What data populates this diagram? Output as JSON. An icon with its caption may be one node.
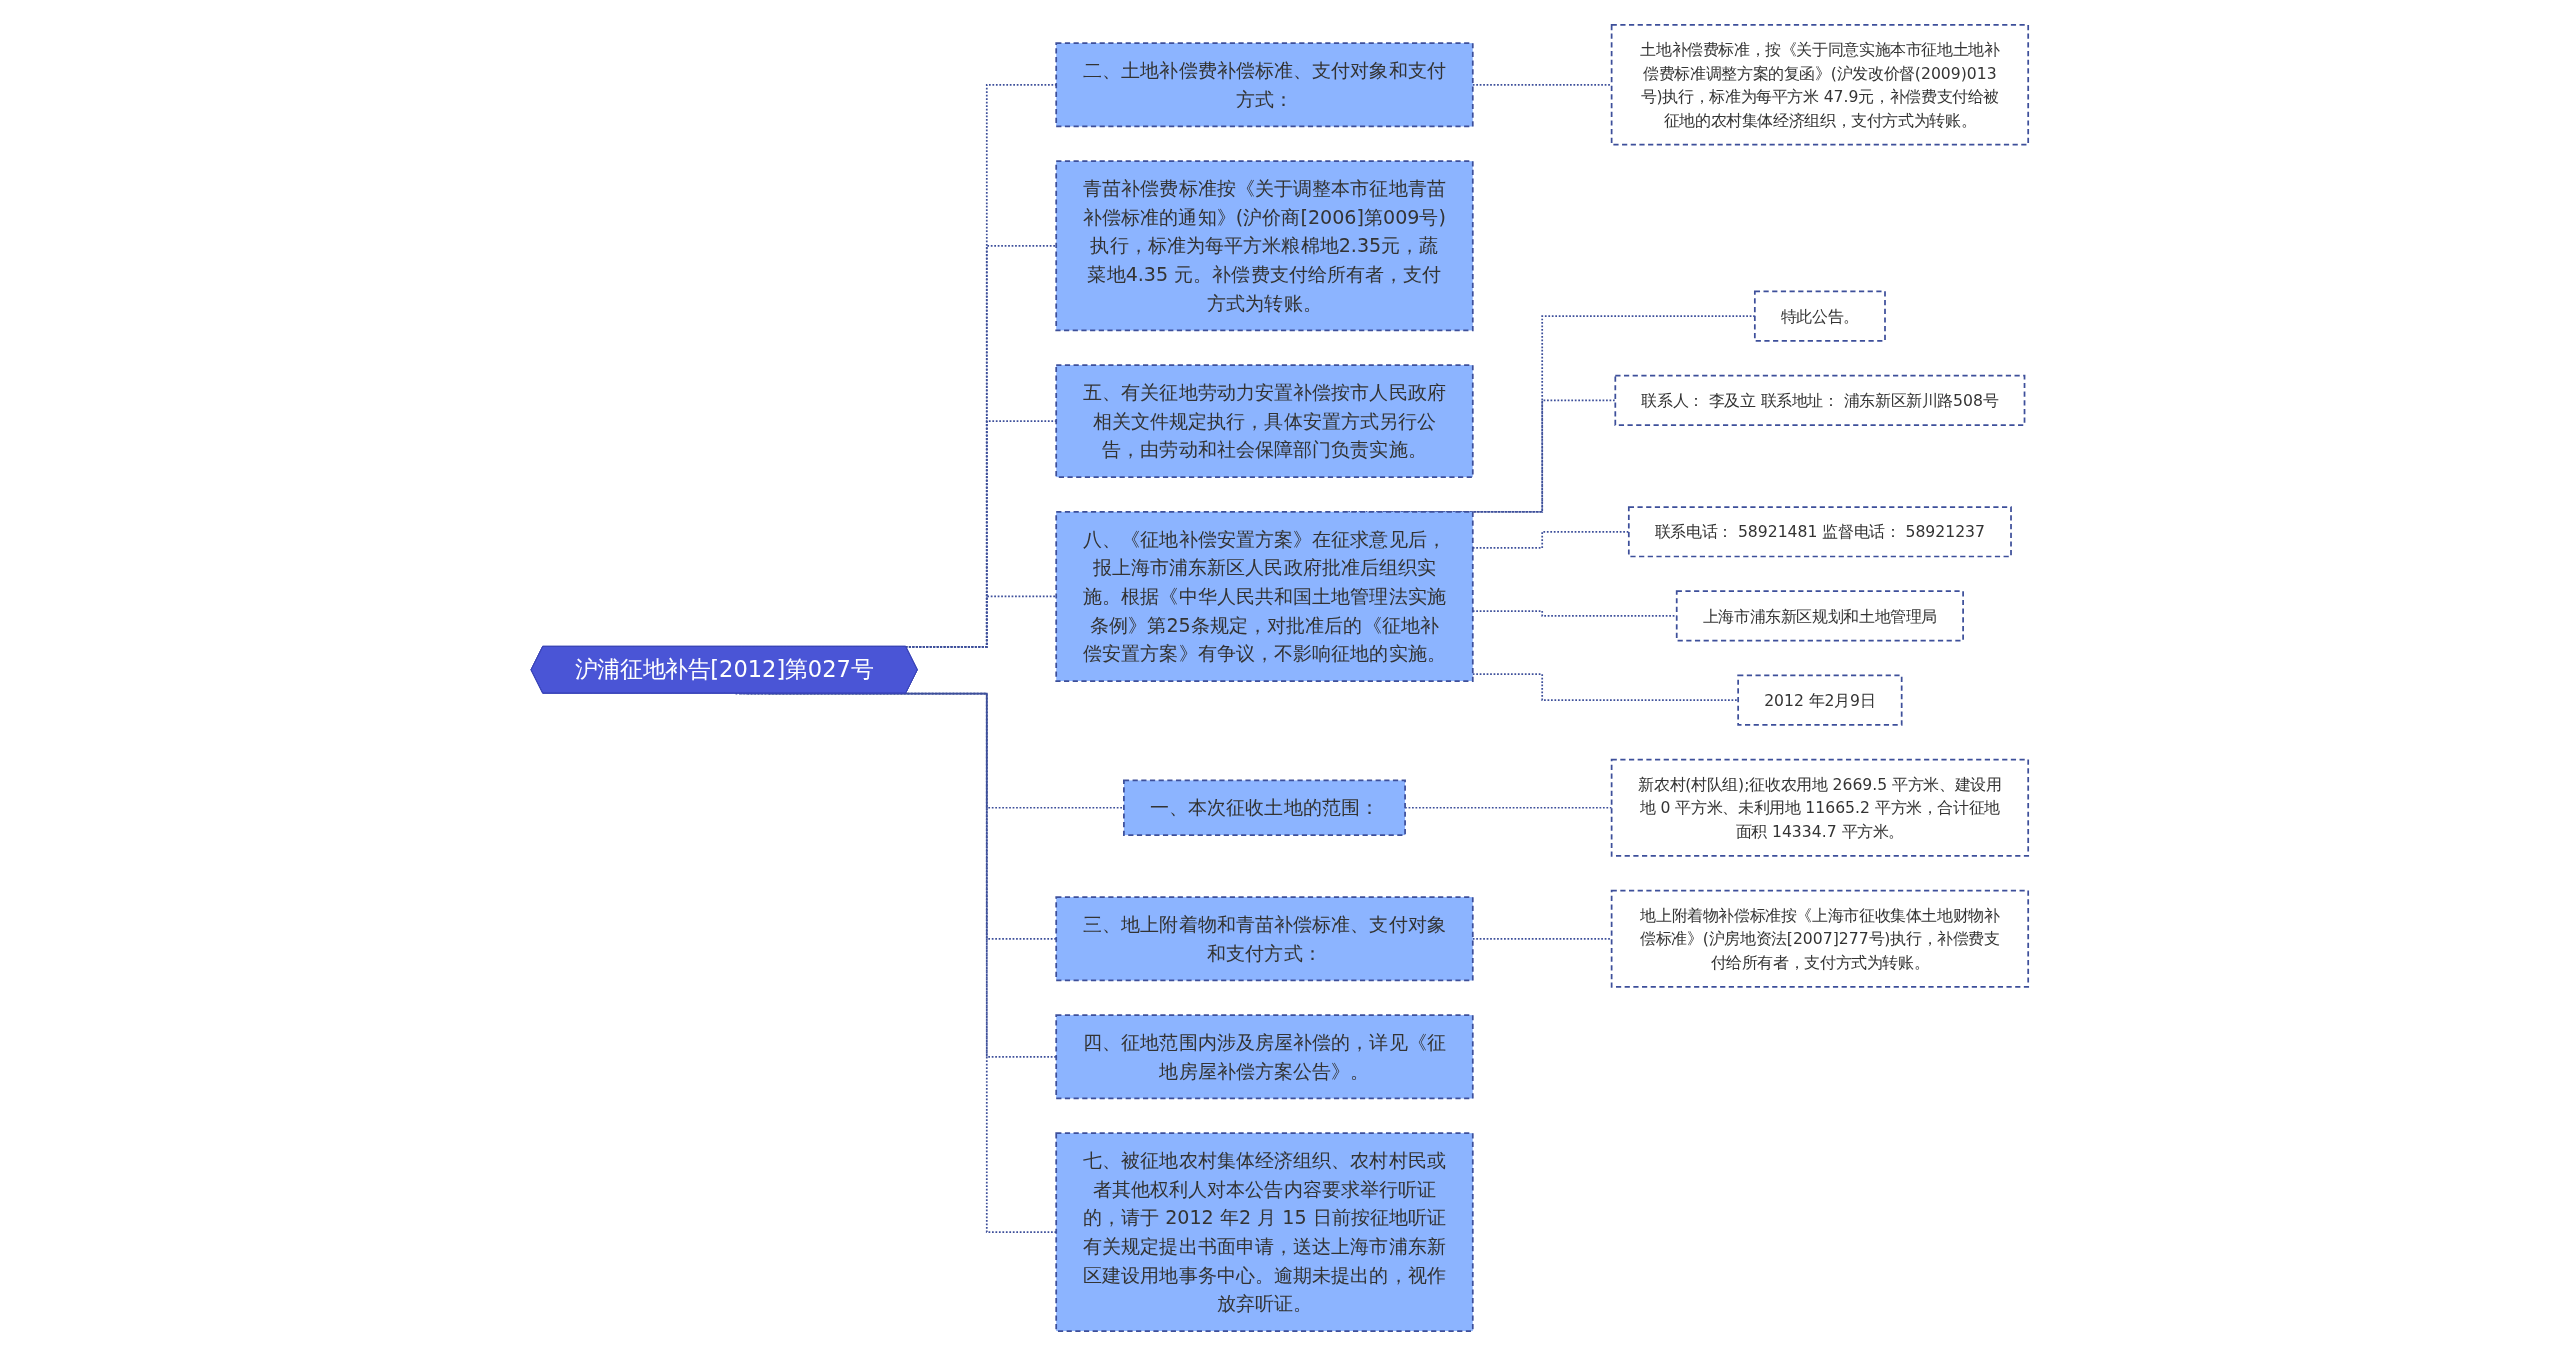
{
  "diagram": {
    "nodes": [
      {
        "text": [
          "沪浦征地补告[2012]第027号"
        ]
      },
      {
        "text": [
          "二、土地补偿费补偿标准、支付对象和支付方式："
        ]
      },
      {
        "text": [
          "土地补偿费标准，按《关于同意实施本市征地土地补偿费标准调整方案的复函》(沪发改价督(2009)013号)执行，标准为每平方米 47.9元，补偿费支付给被征地的农村集体经济组织，支付方式为转账。"
        ]
      },
      {
        "text": [
          "青苗补偿费标准按《关于调整本市征地青苗补偿标准的通知》(沪价商[2006]第009号)执行，标准为每平方米粮棉地2.35元，蔬菜地4.35 元。补偿费支付给所有者，支付方式为转账。"
        ]
      },
      {
        "text": [
          "五、有关征地劳动力安置补偿按市人民政府相关文件规定执行，具体安置方式另行公告，由劳动和社会保障部门负责实施。"
        ]
      },
      {
        "text": [
          "八、《征地补偿安置方案》在征求意见后，报上海市浦东新区人民政府批准后组织实施。根据《中华人民共和国土地管理法实施条例》第25条规定，对批准后的《征地补偿安置方案》有争议，不影响征地的实施。"
        ]
      },
      {
        "text": [
          "特此公告。"
        ]
      },
      {
        "text": [
          "联系人： 李及立 联系地址： 浦东新区新川路508号"
        ]
      },
      {
        "text": [
          "联系电话： 58921481 监督电话： 58921237"
        ]
      },
      {
        "text": [
          "上海市浦东新区规划和土地管理局"
        ]
      },
      {
        "text": [
          "2012 年2月9日"
        ]
      },
      {
        "text": [
          "一、本次征收土地的范围："
        ]
      },
      {
        "text": [
          "新农村(村队组);征收农用地 2669.5 平方米、建设用地 0 平方米、未利用地 11665.2 平方米，合计征地面积 14334.7 平方米。"
        ]
      },
      {
        "text": [
          "三、地上附着物和青苗补偿标准、支付对象和支付方式："
        ]
      },
      {
        "text": [
          "地上附着物补偿标准按《上海市征收集体土地财物补偿标准》(沪房地资法[2007]277号)执行，补偿费支付给所有者，支付方式为转账。"
        ]
      },
      {
        "text": [
          "四、征地范围内涉及房屋补偿的，详见《征地房屋补偿方案公告》。"
        ]
      },
      {
        "text": [
          "七、被征地农村集体经济组织、农村村民或者其他权利人对本公告内容要求举行听证的，请于 2012 年2 月 15 日前按征地听证有关规定提出书面申请，送达上海市浦东新区建设用地事务中心。逾期未提出的，视作放弃听证。"
        ]
      }
    ],
    "edges": [
      {
        "from": 0,
        "to": 1,
        "arrow": "none",
        "style": "dashed"
      },
      {
        "from": 1,
        "to": 2,
        "arrow": "none",
        "style": "dashed"
      },
      {
        "from": 0,
        "to": 3,
        "arrow": "none",
        "style": "dashed"
      },
      {
        "from": 0,
        "to": 4,
        "arrow": "none",
        "style": "dashed"
      },
      {
        "from": 0,
        "to": 5,
        "arrow": "none",
        "style": "dashed"
      },
      {
        "from": 5,
        "to": 6,
        "arrow": "none",
        "style": "dashed"
      },
      {
        "from": 5,
        "to": 7,
        "arrow": "none",
        "style": "dashed"
      },
      {
        "from": 5,
        "to": 8,
        "arrow": "none",
        "style": "dashed"
      },
      {
        "from": 5,
        "to": 9,
        "arrow": "none",
        "style": "dashed"
      },
      {
        "from": 5,
        "to": 10,
        "arrow": "none",
        "style": "dashed"
      },
      {
        "from": 0,
        "to": 11,
        "arrow": "none",
        "style": "dashed"
      },
      {
        "from": 11,
        "to": 12,
        "arrow": "none",
        "style": "dashed"
      },
      {
        "from": 0,
        "to": 13,
        "arrow": "none",
        "style": "dashed"
      },
      {
        "from": 13,
        "to": 14,
        "arrow": "none",
        "style": "dashed"
      },
      {
        "from": 0,
        "to": 15,
        "arrow": "none",
        "style": "dashed"
      },
      {
        "from": 0,
        "to": 16,
        "arrow": "none",
        "style": "dashed"
      }
    ]
  }
}
